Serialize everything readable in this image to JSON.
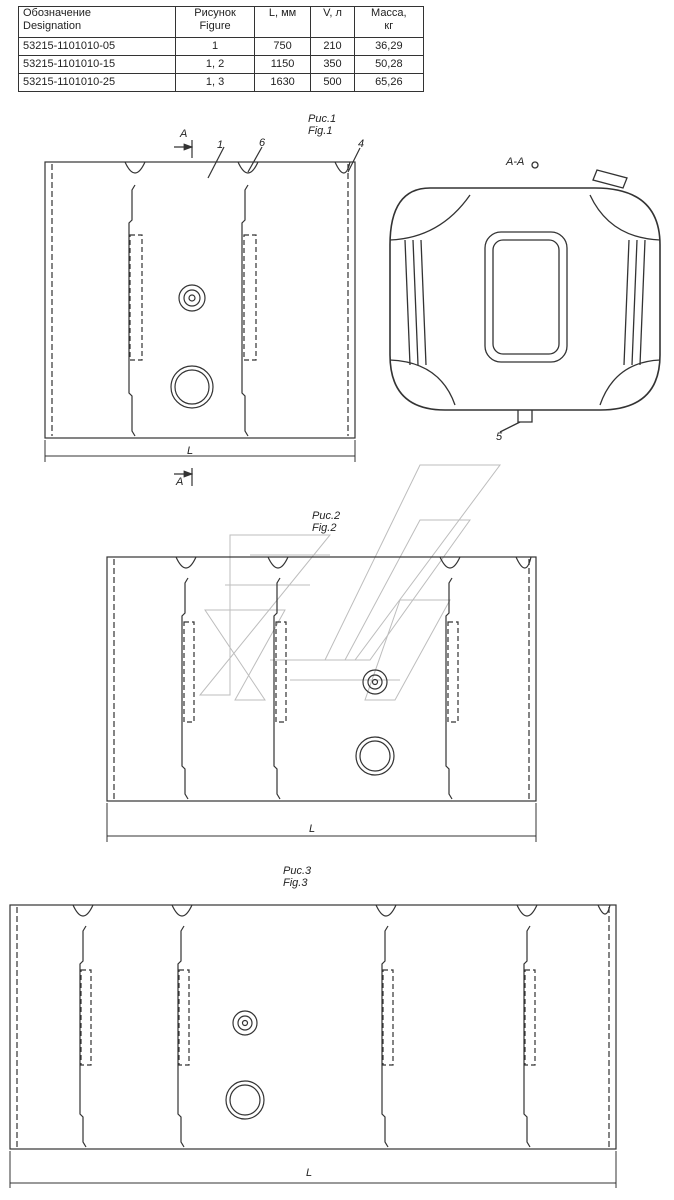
{
  "table": {
    "headers": {
      "designation": [
        "Обозначение",
        "Designation"
      ],
      "figure": [
        "Рисунок",
        "Figure"
      ],
      "length": "L, мм",
      "volume": "V, л",
      "mass": [
        "Масса,",
        "кг"
      ]
    },
    "rows": [
      {
        "designation": "53215-1101010-05",
        "figure": "1",
        "length": "750",
        "volume": "210",
        "mass": "36,29"
      },
      {
        "designation": "53215-1101010-15",
        "figure": "1, 2",
        "length": "1150",
        "volume": "350",
        "mass": "50,28"
      },
      {
        "designation": "53215-1101010-25",
        "figure": "1, 3",
        "length": "1630",
        "volume": "500",
        "mass": "65,26"
      }
    ]
  },
  "fig1": {
    "caption_ru": "Рис.1",
    "caption_en": "Fig.1",
    "section_mark": "A",
    "section_view_label": "A-A",
    "dimension_label": "L",
    "callouts": [
      "1",
      "6",
      "4",
      "5"
    ]
  },
  "fig2": {
    "caption_ru": "Рис.2",
    "caption_en": "Fig.2",
    "dimension_label": "L"
  },
  "fig3": {
    "caption_ru": "Рис.3",
    "caption_en": "Fig.3",
    "dimension_label": "L"
  }
}
